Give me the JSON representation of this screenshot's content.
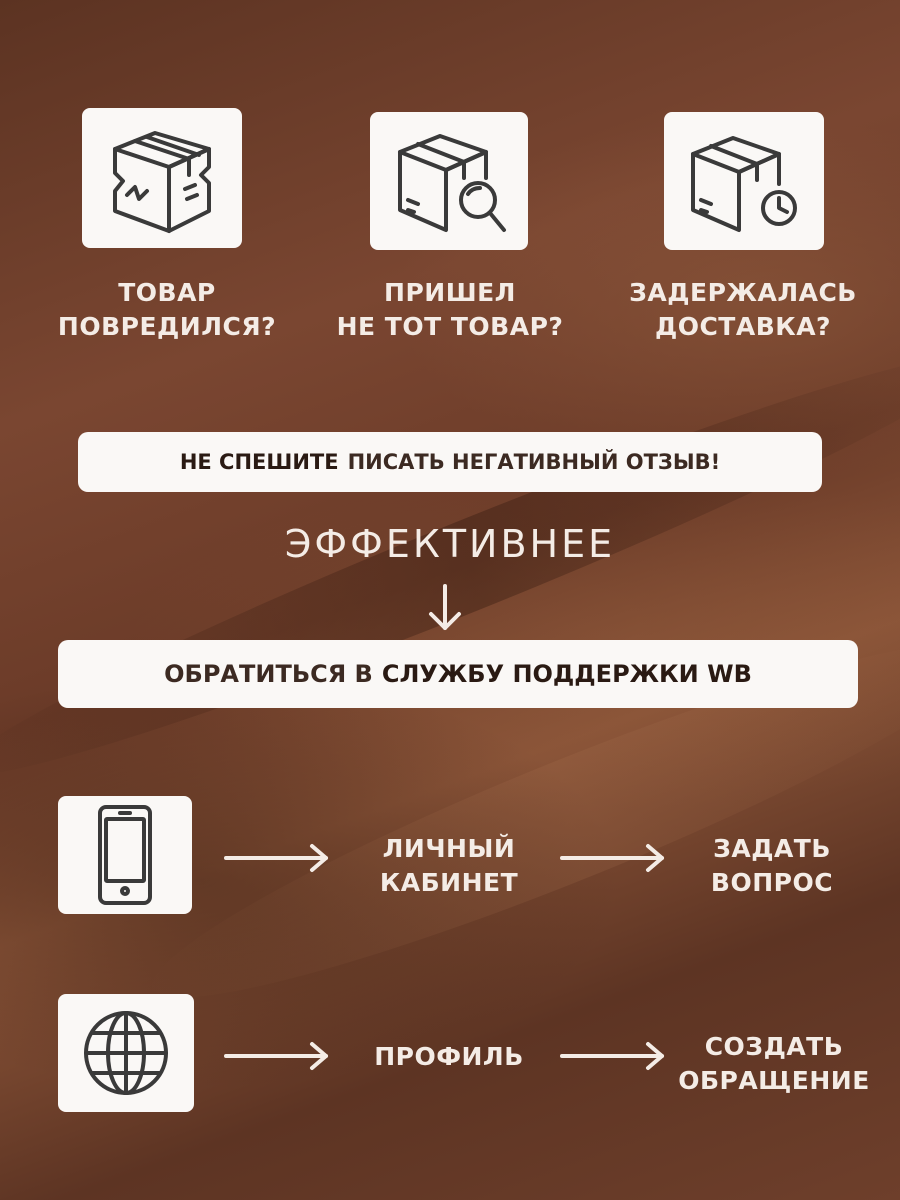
{
  "problems": [
    {
      "icon": "damaged-box-icon",
      "line1": "ТОВАР",
      "line2": "ПОВРЕДИЛСЯ?"
    },
    {
      "icon": "box-search-icon",
      "line1": "ПРИШЕЛ",
      "line2": "НЕ ТОТ ТОВАР?"
    },
    {
      "icon": "box-clock-icon",
      "line1": "ЗАДЕРЖАЛАСЬ",
      "line2": "ДОСТАВКА?"
    }
  ],
  "warning": {
    "bold": "НЕ СПЕШИТЕ",
    "rest": "ПИСАТЬ НЕГАТИВНЫЙ ОТЗЫВ!"
  },
  "effective_label": "ЭФФЕКТИВНЕЕ",
  "support": {
    "rest": "ОБРАТИТЬСЯ В",
    "bold": "СЛУЖБУ ПОДДЕРЖКИ WB"
  },
  "paths": [
    {
      "icon": "smartphone-icon",
      "step1_line1": "ЛИЧНЫЙ",
      "step1_line2": "КАБИНЕТ",
      "step2_line1": "ЗАДАТЬ",
      "step2_line2": "ВОПРОС"
    },
    {
      "icon": "globe-icon",
      "step1_line1": "ПРОФИЛЬ",
      "step2_line1": "СОЗДАТЬ",
      "step2_line2": "ОБРАЩЕНИЕ"
    }
  ],
  "colors": {
    "background": "#6b3b28",
    "card": "#faf8f6",
    "text_light": "#f4ece6",
    "text_dark": "#3c2a22"
  }
}
